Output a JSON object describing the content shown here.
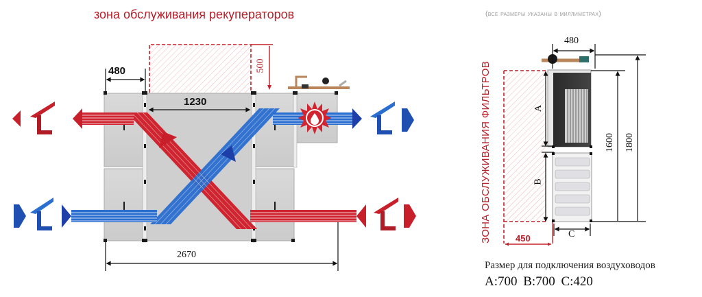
{
  "header": {
    "service_zone_title": "зона обслуживания рекуператоров",
    "units_note": "(все размеры указаны в миллиметрах)"
  },
  "plan_view": {
    "dimensions": {
      "section_width": "480",
      "exchanger_width": "1230",
      "service_zone_depth": "500",
      "total_length": "2670"
    },
    "airflows": [
      {
        "name": "exhaust-out",
        "color": "#c8202a",
        "direction": "left",
        "position": "top-left"
      },
      {
        "name": "supply-in",
        "color": "#1f5fbf",
        "direction": "right",
        "position": "bottom-left"
      },
      {
        "name": "supply-out",
        "color": "#1f5fbf",
        "direction": "right",
        "position": "top-right"
      },
      {
        "name": "extract-in",
        "color": "#c8202a",
        "direction": "left",
        "position": "bottom-right"
      }
    ],
    "heater_icon": "water-heater-sun-icon"
  },
  "side_view": {
    "vertical_label": "ЗОНА ОБСЛУЖИВАНИЯ ФИЛЬТРОВ",
    "dimensions": {
      "width": "480",
      "service_zone_width": "450",
      "height_body": "1600",
      "height_total": "1800",
      "label_a": "A",
      "label_b": "B",
      "label_c": "C"
    }
  },
  "footer": {
    "caption": "Размер для подключения воздуховодов",
    "sizes": "A:700  B:700  C:420"
  },
  "colors": {
    "red": "#c8202a",
    "dark_red": "#b8202a",
    "blue": "#1f5fbf",
    "panel_gray": "#d4d4d4"
  }
}
